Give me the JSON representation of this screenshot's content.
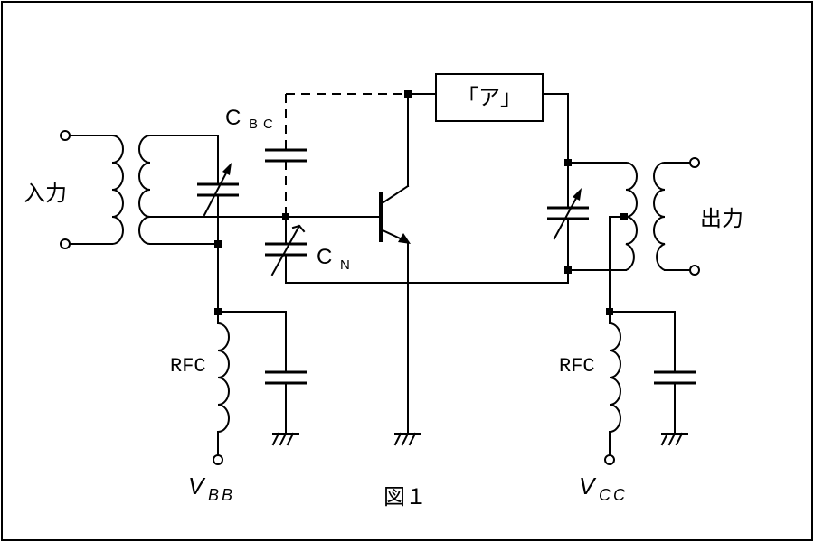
{
  "diagram": {
    "figure_caption": "図１",
    "input_label": "入力",
    "output_label": "出力",
    "block_label": "「ア」",
    "cbc_main": "C",
    "cbc_sub": "BC",
    "cn_main": "C",
    "cn_sub": "N",
    "rfc_left": "RFC",
    "rfc_right": "RFC",
    "vbb_main": "V",
    "vbb_sub": "BB",
    "vcc_main": "V",
    "vcc_sub": "CC"
  }
}
